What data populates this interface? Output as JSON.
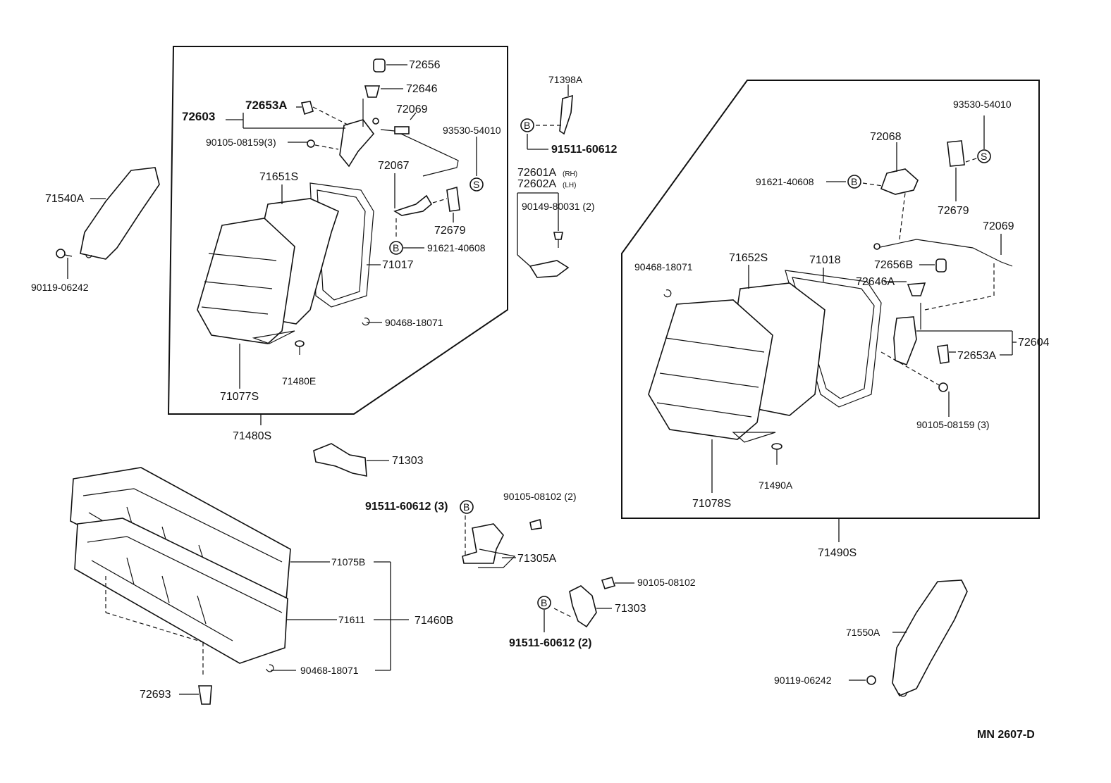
{
  "code": "MN 2607-D",
  "labels": {
    "p72656": "72656",
    "p72646": "72646",
    "p72603": "72603",
    "p72653A_l": "72653A",
    "p72069_l": "72069",
    "p90105_08159_l": "90105-08159(3)",
    "p93530_54010_l": "93530-54010",
    "p72067": "72067",
    "p71651S": "71651S",
    "p71540A": "71540A",
    "p72679_l": "72679",
    "p91621_40608_l": "91621-40608",
    "p71017": "71017",
    "p90119_06242_l": "90119-06242",
    "p90468_18071_l": "90468-18071",
    "p71480E": "71480E",
    "p71077S": "71077S",
    "p71480S": "71480S",
    "p71398A": "71398A",
    "p91511_60612_t": "91511-60612",
    "p72601A": "72601A",
    "p72601A_sub": "(RH)",
    "p72602A": "72602A",
    "p72602A_sub": "(LH)",
    "p90149_80031": "90149-80031 (2)",
    "p93530_54010_r": "93530-54010",
    "p72068": "72068",
    "p91621_40608_r": "91621-40608",
    "p72679_r": "72679",
    "p72069_r": "72069",
    "p90468_18071_r": "90468-18071",
    "p71652S": "71652S",
    "p71018": "71018",
    "p72656B": "72656B",
    "p72646A": "72646A",
    "p72604": "72604",
    "p72653A_r": "72653A",
    "p90105_08159_r": "90105-08159 (3)",
    "p71490A": "71490A",
    "p71078S": "71078S",
    "p71490S": "71490S",
    "p71303_a": "71303",
    "p91511_60612_3": "91511-60612 (3)",
    "p90105_08102_2": "90105-08102 (2)",
    "p71305A": "71305A",
    "p90105_08102": "90105-08102",
    "p71303_b": "71303",
    "p91511_60612_2": "91511-60612 (2)",
    "p71075B": "71075B",
    "p71611": "71611",
    "p71460B": "71460B",
    "p90468_18071_b": "90468-18071",
    "p72693": "72693",
    "p71550A": "71550A",
    "p90119_06242_r": "90119-06242"
  },
  "markers": {
    "b": "B",
    "s": "S"
  }
}
